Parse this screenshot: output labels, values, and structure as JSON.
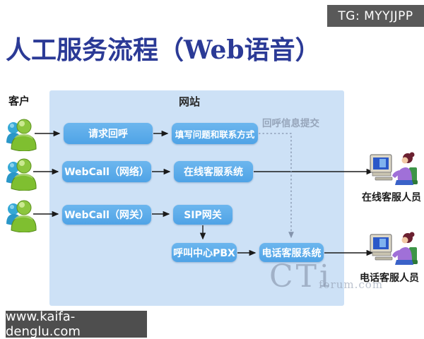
{
  "badge": {
    "label": "TG: MYYJJPP"
  },
  "title": "人工服务流程（Web语音）",
  "diagram": {
    "customer_label": "客户",
    "website_label": "网站",
    "callback_note": "回呼信息提交",
    "nodes": {
      "request_callback": "请求回呼",
      "fill_form": "填写问题和联系方式",
      "webcall_network": "WebCall（网络）",
      "online_service_system": "在线客服系统",
      "webcall_gateway": "WebCall（网关）",
      "sip_gateway": "SIP网关",
      "call_center_pbx": "呼叫中心PBX",
      "phone_service_system": "电话客服系统"
    },
    "agents": {
      "online_agent_label": "在线客服人员",
      "phone_agent_label": "电话客服人员"
    }
  },
  "watermark": {
    "main": "CTi",
    "sub": "forum.com"
  },
  "footer": {
    "url": "www.kaifa-denglu.com"
  },
  "colors": {
    "title": "#2b3a96",
    "container_box": "#cde1f6",
    "flow_box": "#57a9e8",
    "badge_bg": "#595959",
    "footer_bg": "#4e4e4e",
    "note_text": "#96a5ba",
    "arrow": "#1a1a1a"
  }
}
